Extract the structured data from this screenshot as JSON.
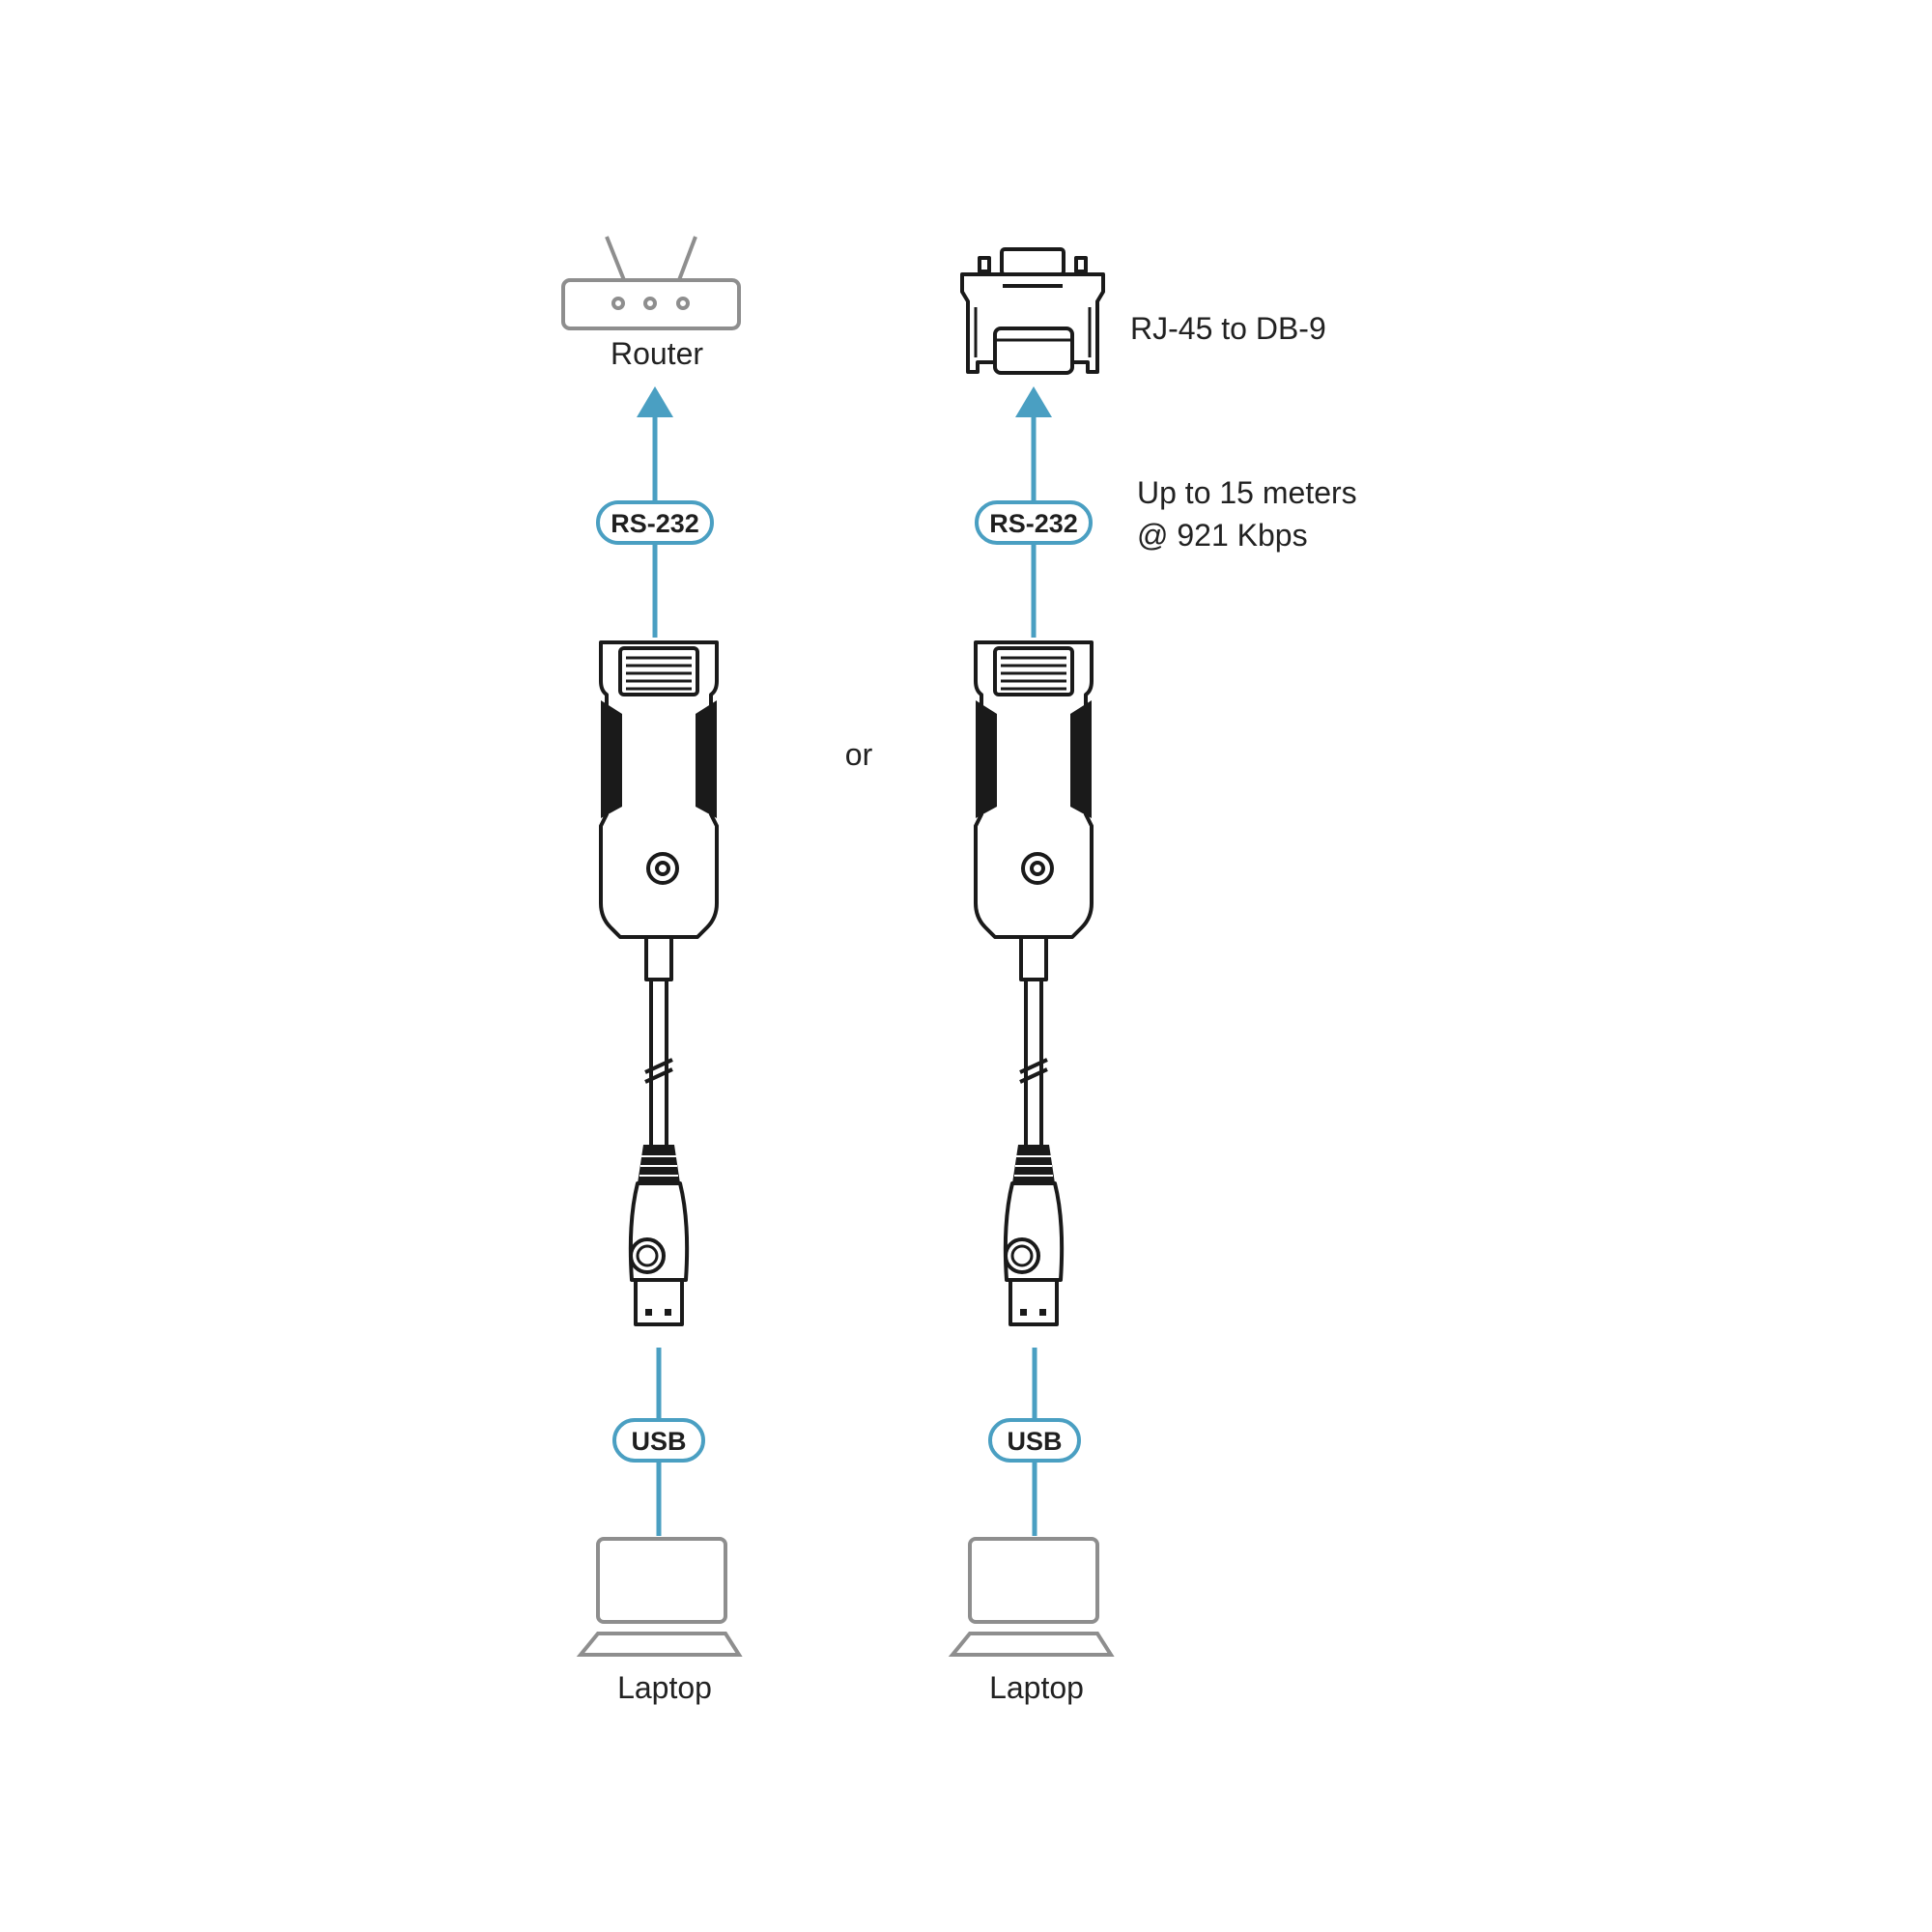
{
  "labels": {
    "router": "Router",
    "adapter": "RJ-45 to DB-9",
    "distance_line1": "Up to 15 meters",
    "distance_line2": "@ 921 Kbps",
    "or": "or",
    "laptop_left": "Laptop",
    "laptop_right": "Laptop"
  },
  "badges": {
    "rs232_left": "RS-232",
    "rs232_right": "RS-232",
    "usb_left": "USB",
    "usb_right": "USB"
  },
  "colors": {
    "connection_line": "#4a9fc2",
    "icon_gray": "#8e8e8e",
    "device_outline": "#1a1a1a"
  }
}
